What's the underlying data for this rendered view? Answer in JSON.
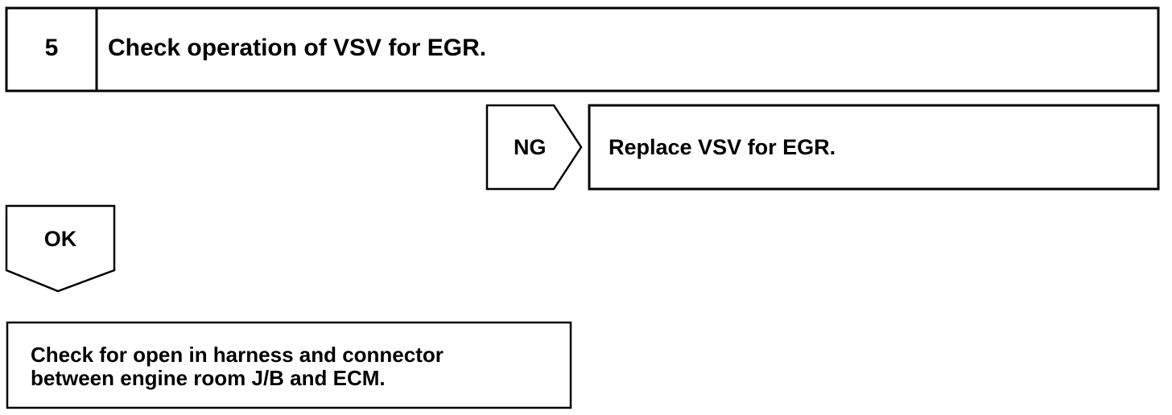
{
  "step": {
    "number": "5",
    "title": "Check operation of VSV for EGR."
  },
  "ng": {
    "label": "NG",
    "action": "Replace VSV for EGR."
  },
  "ok": {
    "label": "OK"
  },
  "next": {
    "line1": "Check for open in harness and connector",
    "line2": "between engine room J/B and ECM."
  },
  "colors": {
    "stroke": "#000000",
    "background": "#ffffff"
  }
}
